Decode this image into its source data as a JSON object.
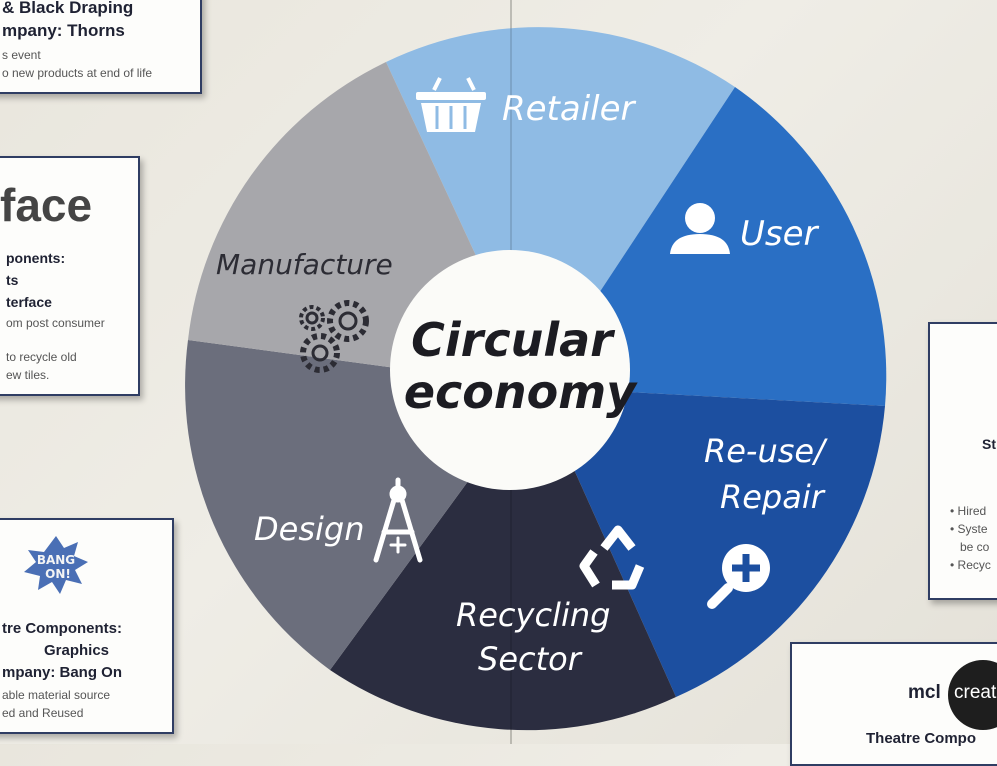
{
  "diagram": {
    "center_line1": "Circular",
    "center_line2": "economy",
    "segments": [
      {
        "label": "Retailer",
        "icon": "basket-icon",
        "color": "#8fbbe4"
      },
      {
        "label": "User",
        "icon": "person-icon",
        "color": "#2a6fc4"
      },
      {
        "label_line1": "Re-use/",
        "label_line2": "Repair",
        "icon": "magnifier-plus-icon",
        "color": "#1c4fa0"
      },
      {
        "label_line1": "Recycling",
        "label_line2": "Sector",
        "icon": "recycle-icon",
        "color": "#2b2d40"
      },
      {
        "label": "Design",
        "icon": "compass-icon",
        "color": "#6b6e7c"
      },
      {
        "label": "Manufacture",
        "icon": "gears-icon",
        "color": "#a7a7ab"
      }
    ]
  },
  "cards": {
    "top_left": {
      "line1": "& Black Draping",
      "line2": "mpany: Thorns",
      "line3": "s event",
      "line4": "o new products at end of life"
    },
    "interface": {
      "title": "face",
      "line1": "ponents:",
      "line2": "ts",
      "line3": "terface",
      "line4": "om post consumer",
      "line5": "to recycle old",
      "line6": "ew tiles."
    },
    "bang_on": {
      "logo_line1": "BANG",
      "logo_line2": "ON!",
      "line1": "tre Components:",
      "line2": "Graphics",
      "line3": "mpany: Bang On",
      "line4": "able material source",
      "line5": "ed and Reused"
    },
    "right": {
      "title": "St",
      "bullet1": "Hired",
      "bullet2": "Syste",
      "bullet2b": "be co",
      "bullet3": "Recyc"
    },
    "bottom_right": {
      "logo_text": "mcl",
      "logo_circle": "creat",
      "line1": "Theatre Compo"
    }
  }
}
